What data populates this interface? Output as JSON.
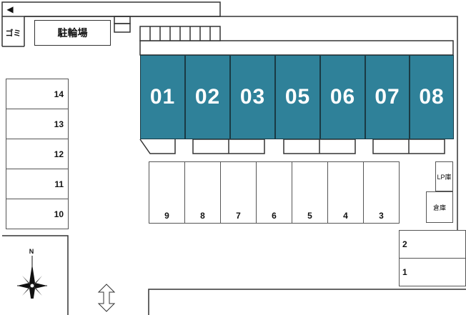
{
  "entrance_arrow": "◀",
  "labels": {
    "gomi": "ゴミ",
    "churinjo": "駐輪場",
    "lp_ko": "LP庫",
    "souko": "倉庫",
    "north": "N"
  },
  "units": [
    "01",
    "02",
    "03",
    "05",
    "06",
    "07",
    "08"
  ],
  "left_spaces": [
    "14",
    "13",
    "12",
    "11",
    "10"
  ],
  "bottom_spaces": [
    "9",
    "8",
    "7",
    "6",
    "5",
    "4",
    "3"
  ],
  "right_spaces": [
    "2",
    "1"
  ],
  "colors": {
    "unit_fill": "#2f8199"
  }
}
